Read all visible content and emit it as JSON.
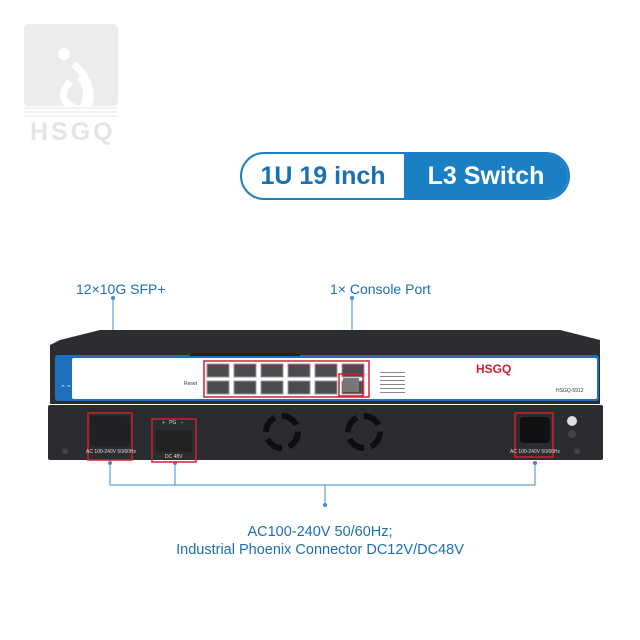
{
  "brand": {
    "logo_text": "HSGQ"
  },
  "title": {
    "form_factor": "1U 19 inch",
    "product_type": "L3 Switch"
  },
  "callouts": {
    "sfp": "12×10G SFP+",
    "console": "1× Console Port"
  },
  "device": {
    "front_brand": "HSGQ",
    "model": "HSGQ-5912",
    "reset_label": "Reset",
    "rear_left_psu": "AC 100-240V 50/60Hz",
    "rear_dc": "DC 48V",
    "rear_dc_pins": "+   PG   −",
    "rear_right_psu": "AC 100-240V 50/60Hz"
  },
  "power_caption": {
    "line1": "AC100-240V 50/60Hz;",
    "line2": "Industrial Phoenix Connector DC12V/DC48V"
  },
  "colors": {
    "accent": "#1b7fc4",
    "highlight": "#d0202e",
    "chassis": "#2a2c30"
  }
}
